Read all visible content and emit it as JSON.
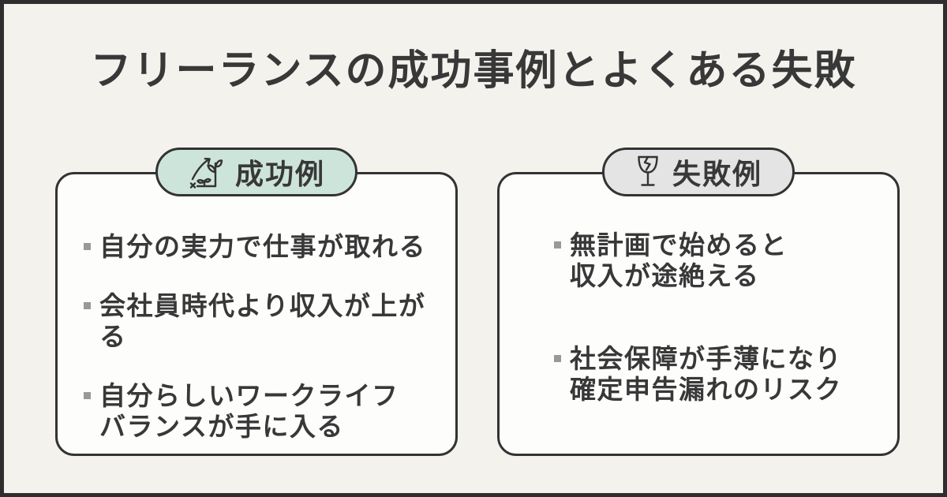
{
  "title": "フリーランスの成功事例とよくある失敗",
  "colors": {
    "background": "#f3f2ed",
    "frame_border": "#2e2e2e",
    "card_background": "#fdfdfc",
    "card_border": "#333333",
    "success_badge": "#cde4da",
    "failure_badge": "#e4e4e4",
    "text": "#383838",
    "bullet": "#97999a"
  },
  "cards": [
    {
      "badge": {
        "label": "成功例",
        "icon": "plant-growth-icon"
      },
      "items": [
        "自分の実力で仕事が取れる",
        "会社員時代より収入が上がる",
        "自分らしいワークライフ\nバランスが手に入る"
      ]
    },
    {
      "badge": {
        "label": "失敗例",
        "icon": "broken-glass-icon"
      },
      "items": [
        "無計画で始めると\n収入が途絶える",
        "社会保障が手薄になり\n確定申告漏れのリスク"
      ]
    }
  ]
}
